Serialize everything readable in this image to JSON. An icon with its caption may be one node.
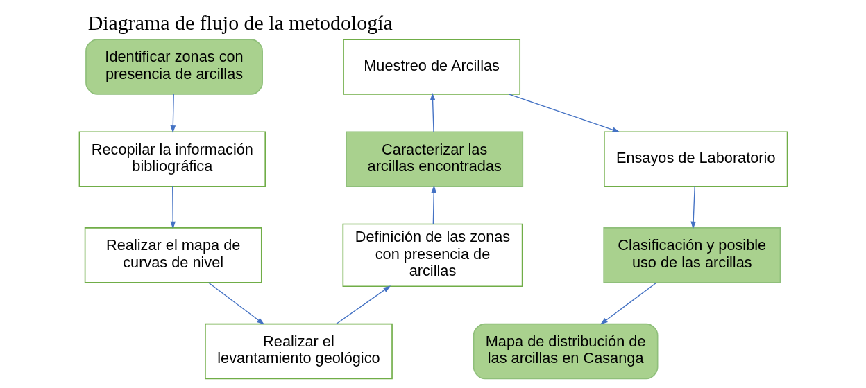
{
  "diagram": {
    "title": "Diagrama de flujo de la metodología",
    "nodes": [
      {
        "text": [
          "Identificar zonas con presencia de arcillas"
        ]
      },
      {
        "text": [
          "Recopilar la información bibliográfica"
        ]
      },
      {
        "text": [
          "Realizar el mapa de curvas de nivel"
        ]
      },
      {
        "text": [
          "Realizar el levantamiento geológico"
        ]
      },
      {
        "text": [
          "Definición de las zonas con presencia de arcillas"
        ]
      },
      {
        "text": [
          "Caracterizar las arcillas encontradas"
        ]
      },
      {
        "text": [
          "Muestreo de Arcillas"
        ]
      },
      {
        "text": [
          "Ensayos de Laboratorio"
        ]
      },
      {
        "text": [
          "Clasificación y posible uso de las arcillas"
        ]
      },
      {
        "text": [
          "Mapa de distribución de las arcillas en Casanga"
        ]
      }
    ],
    "edges": [
      {
        "from": 0,
        "to": 1,
        "arrow": "to"
      },
      {
        "from": 1,
        "to": 2,
        "arrow": "to"
      },
      {
        "from": 2,
        "to": 3,
        "arrow": "to"
      },
      {
        "from": 3,
        "to": 4,
        "arrow": "to"
      },
      {
        "from": 4,
        "to": 5,
        "arrow": "to"
      },
      {
        "from": 5,
        "to": 6,
        "arrow": "to"
      },
      {
        "from": 6,
        "to": 7,
        "arrow": "to"
      },
      {
        "from": 7,
        "to": 8,
        "arrow": "to"
      },
      {
        "from": 8,
        "to": 9,
        "arrow": "to"
      }
    ]
  }
}
